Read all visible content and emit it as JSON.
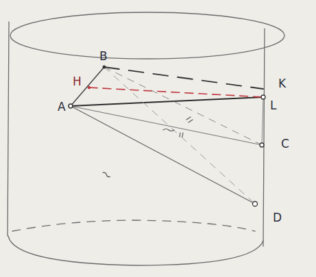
{
  "diagram": {
    "labels": [
      "B",
      "H",
      "A",
      "K",
      "L",
      "C",
      "D"
    ]
  }
}
